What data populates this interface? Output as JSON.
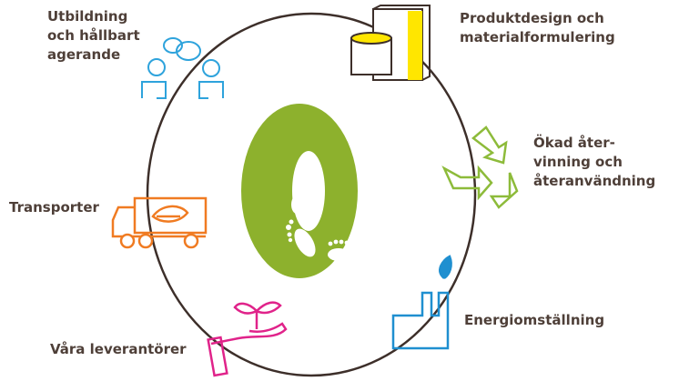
{
  "labels": {
    "education": "Utbildning\noch hållbart\nagerande",
    "product": "Produktdesign och\nmaterialformulering",
    "recycling": "Ökad åter-\nvinning och\nåteranvändning",
    "energy": "Energiomställning",
    "suppliers": "Våra leverantörer",
    "transport": "Transporter"
  },
  "colors": {
    "text": "#4e3f38",
    "circle": "#3d2f2a",
    "logo_green": "#8db12d",
    "education_blue": "#2ea3dc",
    "product_yellow": "#ffe600",
    "recycling_green": "#8dbb3a",
    "energy_blue": "#1f8fd0",
    "suppliers_pink": "#e0238a",
    "transport_orange": "#f07b22"
  },
  "icons": [
    "people-chat-icon",
    "paint-and-box-icon",
    "recycling-icon",
    "factory-leaf-icon",
    "hand-plant-icon",
    "truck-leaf-icon",
    "footprint-o-logo"
  ]
}
